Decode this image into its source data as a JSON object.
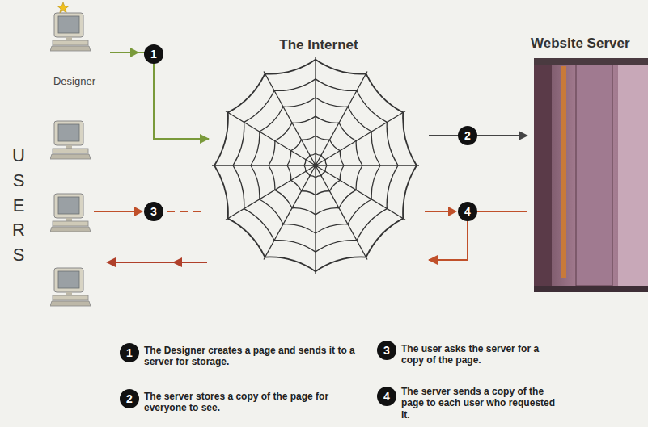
{
  "diagram": {
    "nodes": [
      {
        "text": [
          "Designer"
        ]
      },
      {
        "text": [
          "The Internet"
        ]
      },
      {
        "text": [
          "Website Server"
        ]
      }
    ],
    "edges": [
      {
        "from": 0,
        "to": 1,
        "arrow": "to"
      },
      {
        "from": 1,
        "to": 2,
        "arrow": "to"
      },
      {
        "from": 2,
        "to": 1,
        "arrow": "to"
      }
    ],
    "labels": [
      "USERS",
      "1",
      "2",
      "3",
      "4",
      "1",
      "The Designer creates a page and sends it to a server for storage.",
      "2",
      "The server stores a copy of the page for everyone to see.",
      "3",
      "The user asks the server for a copy of the page.",
      "4",
      "The server sends a copy of the page to each user who requested it."
    ]
  }
}
